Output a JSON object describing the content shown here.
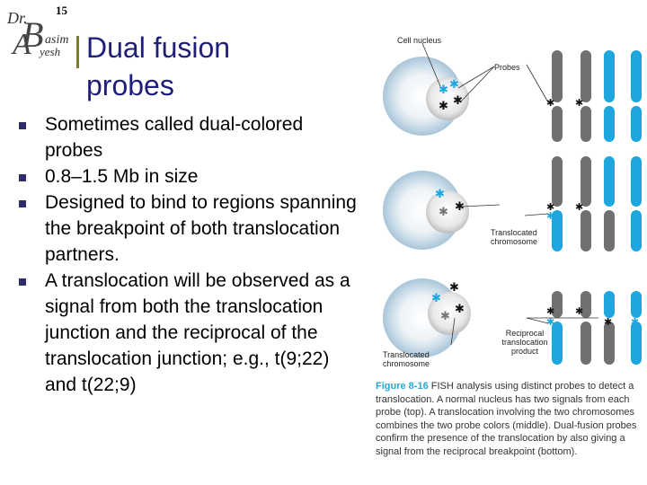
{
  "logo": {
    "text": "Dr. Basim Ayesh"
  },
  "page_number": "15",
  "title_lines": [
    "Dual fusion",
    "probes"
  ],
  "bullets": [
    "Sometimes called dual-colored probes",
    "0.8–1.5 Mb in size",
    "Designed to bind to regions spanning the breakpoint of both translocation partners.",
    "A translocation will be observed as a signal from both the translocation junction and the reciprocal of the translocation junction; e.g., t(9;22) and t(22;9)"
  ],
  "figure": {
    "labels": {
      "cell_nucleus": "Cell nucleus",
      "probes": "Probes",
      "translocated_chromosome_mid": "Translocated chromosome",
      "reciprocal_product": "Reciprocal translocation product",
      "translocated_chromosome_bottom": "Translocated chromosome"
    },
    "caption_label": "Figure 8-16",
    "caption_text": "FISH analysis using distinct probes to detect a translocation. A normal nucleus has two signals from each probe (top). A translocation involving the two chromosomes combines the two probe colors (middle). Dual-fusion probes confirm the presence of the translocation by also giving a signal from the reciprocal breakpoint (bottom).",
    "colors": {
      "gray_chromosome": "#707070",
      "blue_chromosome": "#1ea6df",
      "nucleus": "#d4e3ee"
    }
  }
}
